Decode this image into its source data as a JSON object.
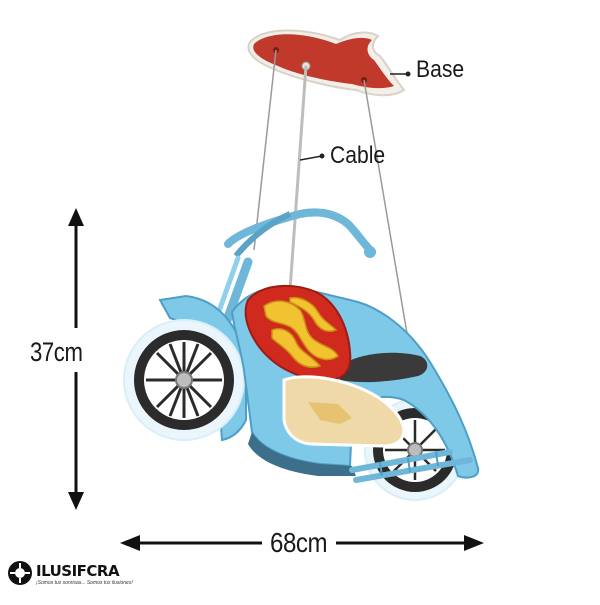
{
  "labels": {
    "base": "Base",
    "cable": "Cable",
    "height": "37cm",
    "width": "68cm"
  },
  "logo": {
    "name": "ILUSIFCRA",
    "tagline": "¡Somos tus sonrisas... Somos tus ilusiones!"
  },
  "colors": {
    "base_red": "#c0392b",
    "body_blue": "#7ec8e8",
    "tank_red": "#d02a1e",
    "flame_yellow": "#f2c230",
    "panel_cream": "#efd9a8",
    "tire_black": "#2b2b2b"
  }
}
